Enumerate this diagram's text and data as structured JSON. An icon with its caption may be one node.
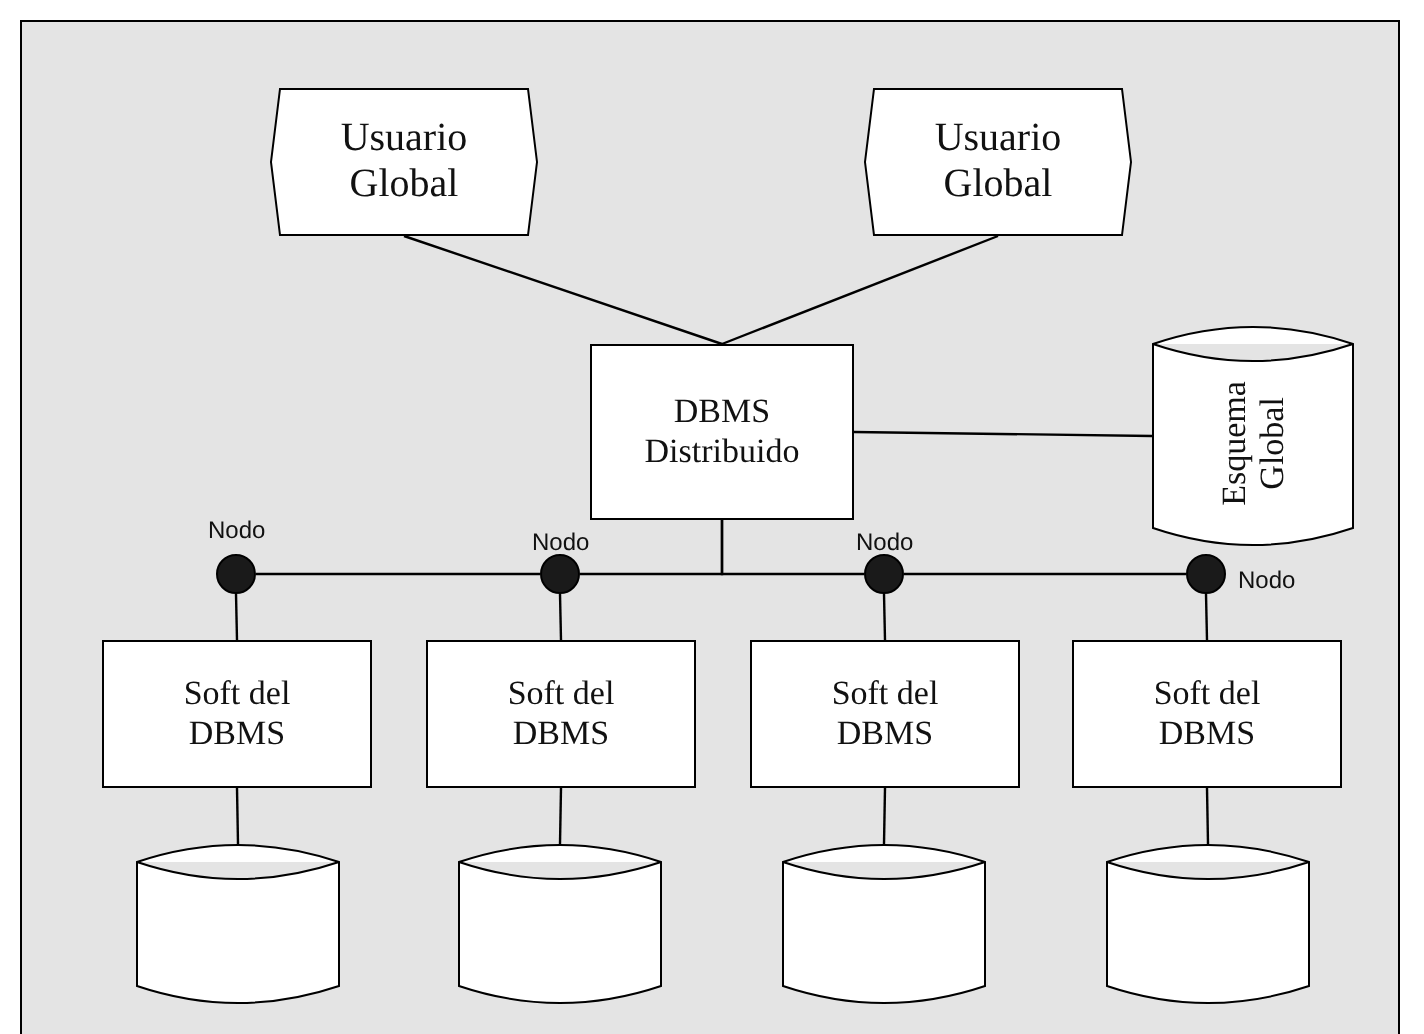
{
  "diagram": {
    "nodes": [
      {
        "text": [
          "Usuario Global"
        ]
      },
      {
        "text": [
          "Usuario Global"
        ]
      },
      {
        "text": [
          "DBMS Distribuido"
        ]
      },
      {
        "text": [
          "Esquema Global"
        ]
      },
      {
        "text": [],
        "shape": "circle",
        "beside": [
          "Nodo"
        ]
      },
      {
        "text": [],
        "shape": "circle",
        "beside": [
          "Nodo"
        ]
      },
      {
        "text": [],
        "shape": "circle",
        "beside": [
          "Nodo"
        ]
      },
      {
        "text": [],
        "shape": "circle",
        "beside": [
          "Nodo"
        ]
      },
      {
        "text": [
          "Soft del DBMS"
        ]
      },
      {
        "text": [
          "Soft del DBMS"
        ]
      },
      {
        "text": [
          "Soft del DBMS"
        ]
      },
      {
        "text": [
          "Soft del DBMS"
        ]
      },
      {
        "text": [],
        "shape": "cylinder"
      },
      {
        "text": [],
        "shape": "cylinder"
      },
      {
        "text": [],
        "shape": "cylinder"
      },
      {
        "text": [],
        "shape": "cylinder"
      }
    ],
    "edges": [
      {
        "from": 0,
        "to": 2,
        "arrow": "none"
      },
      {
        "from": 1,
        "to": 2,
        "arrow": "none"
      },
      {
        "from": 2,
        "to": 3,
        "arrow": "none"
      },
      {
        "from": 4,
        "to": 5,
        "arrow": "none"
      },
      {
        "from": 2,
        "to": 5,
        "arrow": "none"
      },
      {
        "from": 2,
        "to": 6,
        "arrow": "none"
      },
      {
        "from": 6,
        "to": 7,
        "arrow": "none"
      },
      {
        "from": 4,
        "to": 8,
        "arrow": "none"
      },
      {
        "from": 5,
        "to": 9,
        "arrow": "none"
      },
      {
        "from": 6,
        "to": 10,
        "arrow": "none"
      },
      {
        "from": 7,
        "to": 11,
        "arrow": "none"
      },
      {
        "from": 8,
        "to": 12,
        "arrow": "none"
      },
      {
        "from": 9,
        "to": 13,
        "arrow": "none"
      },
      {
        "from": 10,
        "to": 14,
        "arrow": "none"
      },
      {
        "from": 11,
        "to": 15,
        "arrow": "none"
      }
    ]
  }
}
